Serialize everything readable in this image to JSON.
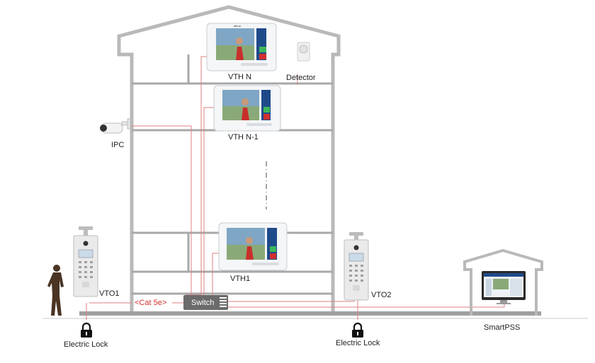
{
  "labels": {
    "vth_n": "VTH N",
    "detector": "Detector",
    "vth_n1": "VTH N-1",
    "ipc": "IPC",
    "vth1": "VTH1",
    "vto1": "VTO1",
    "cat5e": "<Cat 5e>",
    "switch": "Switch",
    "vto2": "VTO2",
    "electric_lock_1": "Electric Lock",
    "electric_lock_2": "Electric Lock",
    "smartpss": "SmartPSS",
    "brand": "alhua"
  },
  "colors": {
    "building_outline": "#b9b9b9",
    "floor_line": "#a0a0a0",
    "cable": "#e07f7f",
    "switch_body": "#6b6b6b",
    "screen_green": "#3fb65c",
    "screen_blue": "#1f4a8a",
    "lock": "#111111"
  },
  "icons": [
    "monitor-icon",
    "detector-icon",
    "camera-icon",
    "door-station-icon",
    "switch-icon",
    "lock-icon",
    "person-icon",
    "computer-icon"
  ]
}
